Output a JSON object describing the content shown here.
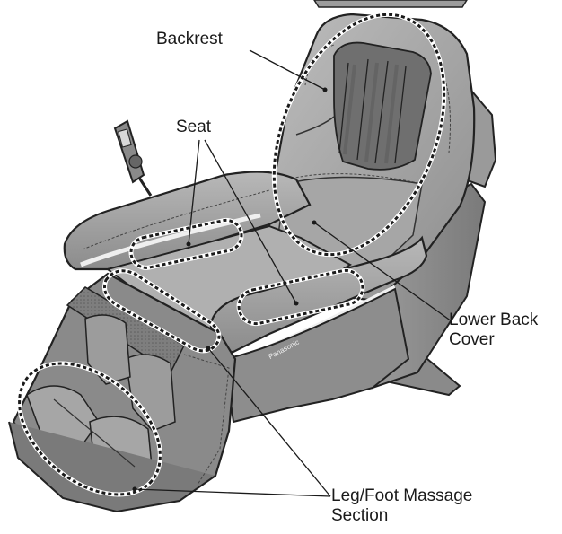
{
  "labels": {
    "backrest": "Backrest",
    "seat": "Seat",
    "lower_back_cover": [
      "Lower Back",
      "Cover"
    ],
    "leg_foot": [
      "Leg/Foot Massage",
      "Section"
    ]
  },
  "brand_mark": "Panasonic",
  "colors": {
    "body": "#a3a3a3",
    "body_dark": "#7c7c7c",
    "body_light": "#c2c2c2",
    "outline": "#222222",
    "highlight": "#efefef"
  }
}
